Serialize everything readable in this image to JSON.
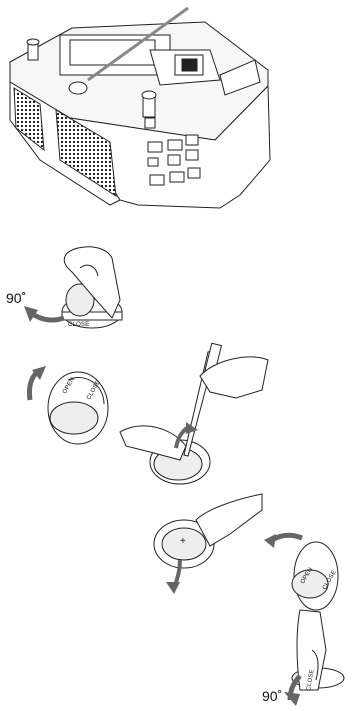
{
  "steps": {
    "step1": {
      "rotation": "90˚",
      "dial_label": "CLOSE"
    },
    "step2": {
      "cover_label_open": "OPEN",
      "cover_label_close": "CLOSE"
    },
    "step3": {
      "battery_mark": "+"
    },
    "step4": {
      "cover_label_open": "OPEN",
      "cover_label_close": "CLOSE"
    },
    "step5": {
      "rotation": "90˚",
      "dial_label": "CLOSE"
    }
  }
}
